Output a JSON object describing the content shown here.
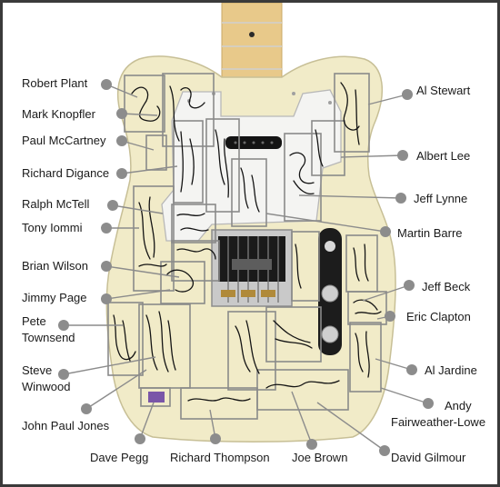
{
  "signers": {
    "robert_plant": "Robert Plant",
    "mark_knopfler": "Mark Knopfler",
    "paul_mccartney": "Paul McCartney",
    "richard_digance": "Richard Digance",
    "ralph_mctell": "Ralph McTell",
    "tony_iommi": "Tony Iommi",
    "brian_wilson": "Brian Wilson",
    "jimmy_page": "Jimmy Page",
    "pete_townsend_1": "Pete",
    "pete_townsend_2": "Townsend",
    "steve_winwood_1": "Steve",
    "steve_winwood_2": "Winwood",
    "john_paul_jones": "John Paul Jones",
    "dave_pegg": "Dave Pegg",
    "richard_thompson": "Richard Thompson",
    "joe_brown": "Joe Brown",
    "david_gilmour": "David Gilmour",
    "al_stewart": "Al Stewart",
    "albert_lee": "Albert Lee",
    "jeff_lynne": "Jeff Lynne",
    "martin_barre": "Martin  Barre",
    "jeff_beck": "Jeff Beck",
    "eric_clapton": "Eric Clapton",
    "al_jardine": "Al Jardine",
    "andy_fl_1": "Andy",
    "andy_fl_2": "Fairweather-Lowe"
  },
  "colors": {
    "body": "#f1ebc8",
    "neck": "#e8c98a",
    "pickguard": "#f4f4f2",
    "frame": "#3a3a3a",
    "leader": "#8c8c8c"
  }
}
